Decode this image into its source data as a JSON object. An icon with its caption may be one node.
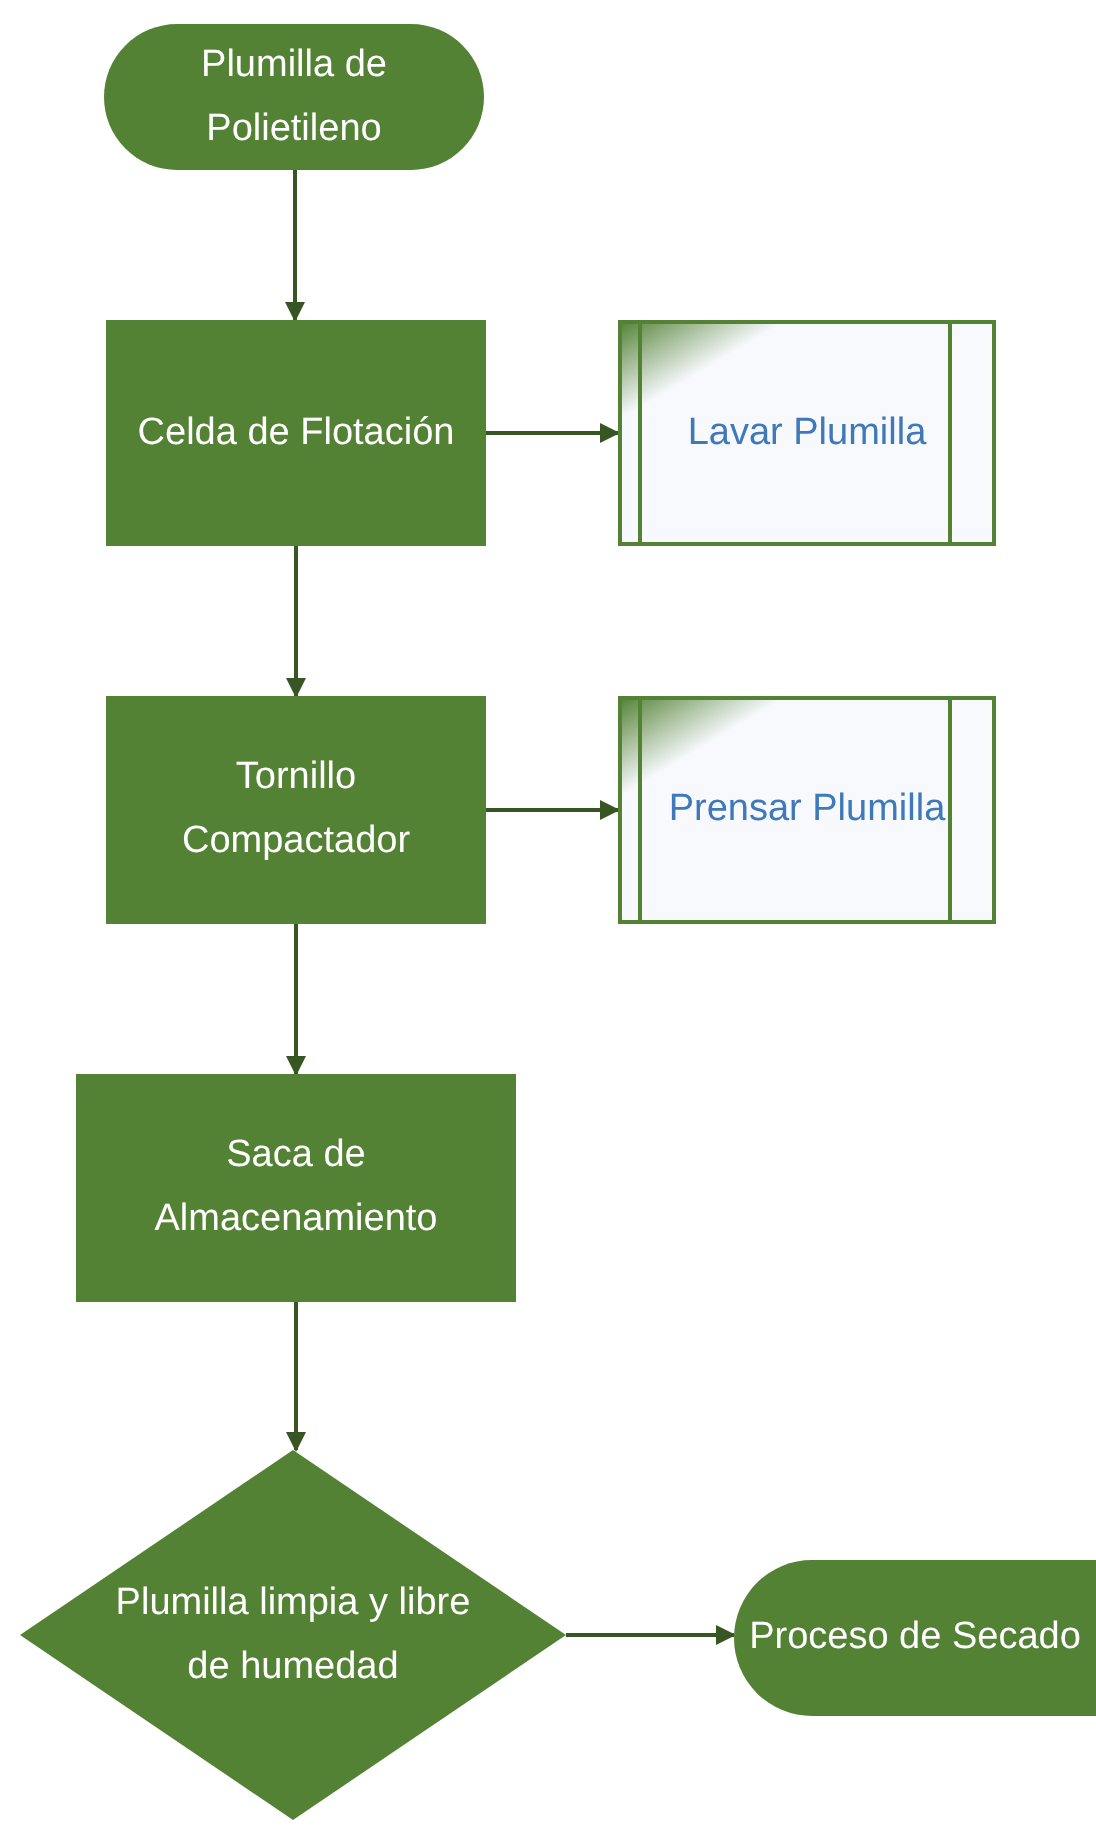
{
  "diagram": {
    "nodes": [
      {
        "text": [
          "Plumilla de Polietileno"
        ]
      },
      {
        "text": [
          "Celda de Flotación"
        ]
      },
      {
        "text": [
          "Lavar Plumilla"
        ]
      },
      {
        "text": [
          "Tornillo Compactador"
        ]
      },
      {
        "text": [
          "Prensar Plumilla"
        ]
      },
      {
        "text": [
          "Saca de Almacenamiento"
        ]
      },
      {
        "text": [
          "Plumilla limpia y libre de humedad"
        ]
      },
      {
        "text": [
          "Proceso de Secado"
        ]
      }
    ],
    "edges": [
      {
        "from": 0,
        "to": 1,
        "arrow": "to"
      },
      {
        "from": 1,
        "to": 2,
        "arrow": "to"
      },
      {
        "from": 1,
        "to": 3,
        "arrow": "to"
      },
      {
        "from": 3,
        "to": 4,
        "arrow": "to"
      },
      {
        "from": 3,
        "to": 5,
        "arrow": "to"
      },
      {
        "from": 5,
        "to": 6,
        "arrow": "to"
      },
      {
        "from": 6,
        "to": 7,
        "arrow": "to"
      }
    ]
  }
}
